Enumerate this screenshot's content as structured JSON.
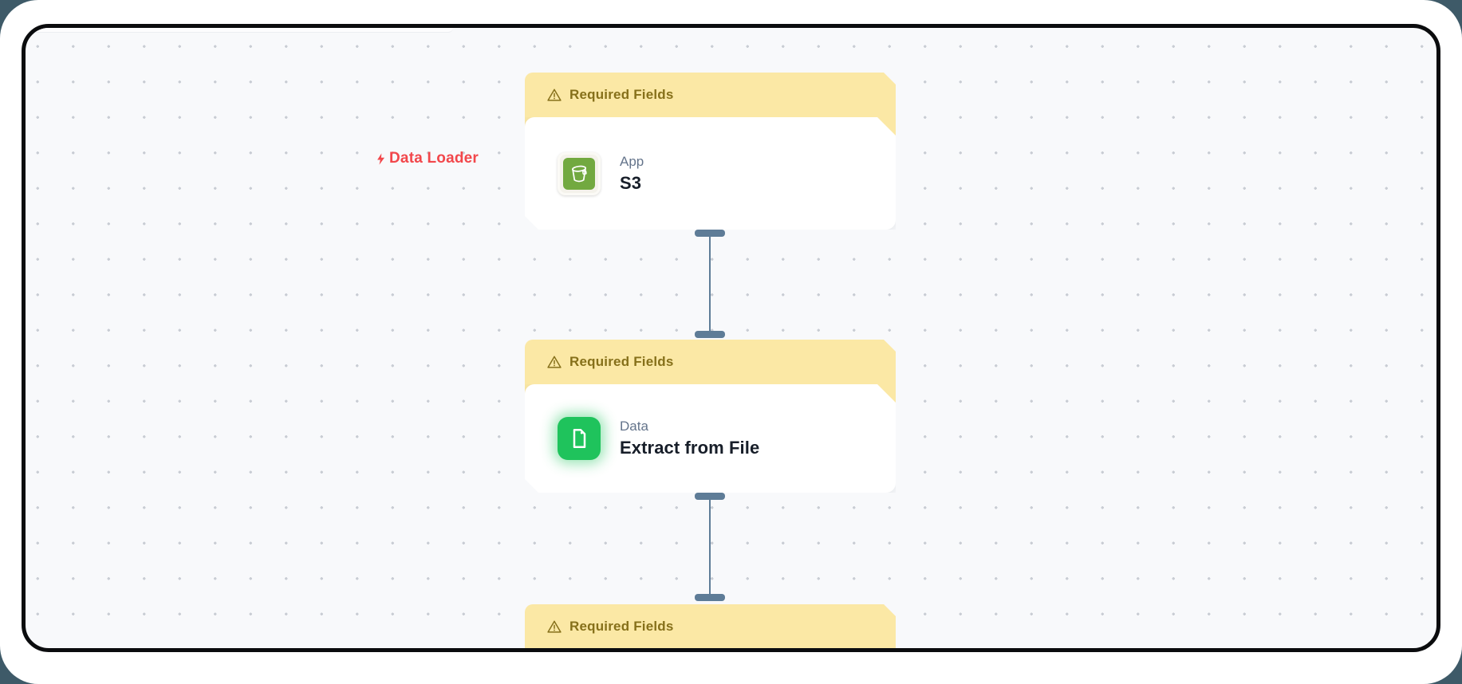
{
  "flow": {
    "label": "Data Loader"
  },
  "nodes": [
    {
      "warning": "Required Fields",
      "type_label": "App",
      "name": "S3",
      "icon": "s3-bucket-icon"
    },
    {
      "warning": "Required Fields",
      "type_label": "Data",
      "name": "Extract from File",
      "icon": "file-icon"
    },
    {
      "warning": "Required Fields"
    }
  ],
  "colors": {
    "outer_background": "#3E5A68",
    "canvas_background": "#F8F9FB",
    "canvas_frame": "#0B0C0E",
    "warning_banner": "#FBE8A5",
    "warning_text": "#86701A",
    "type_text": "#64748B",
    "name_text": "#171E29",
    "connector": "#5E7C97",
    "flow_label_red": "#F2474B",
    "s3_icon_green": "#72A940",
    "file_icon_green": "#1FC35C"
  }
}
